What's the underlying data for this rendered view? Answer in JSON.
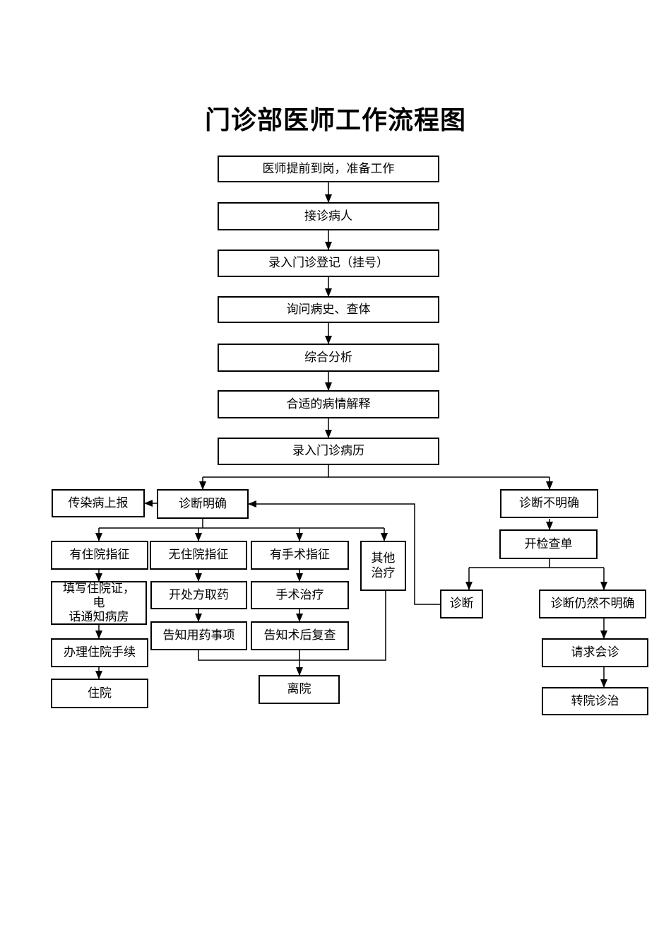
{
  "title": "门诊部医师工作流程图",
  "nodes": {
    "prepare": {
      "label": "医师提前到岗，准备工作"
    },
    "receive": {
      "label": "接诊病人"
    },
    "register": {
      "label": "录入门诊登记（挂号）"
    },
    "inquiry": {
      "label": "询问病史、查体"
    },
    "analysis": {
      "label": "综合分析"
    },
    "explain": {
      "label": "合适的病情解释"
    },
    "record": {
      "label": "录入门诊病历"
    },
    "infectious_report": {
      "label": "传染病上报"
    },
    "diagnosis_clear": {
      "label": "诊断明确"
    },
    "diagnosis_unclear": {
      "label": "诊断不明确"
    },
    "admission_indicated": {
      "label": "有住院指征"
    },
    "no_admission": {
      "label": "无住院指征"
    },
    "surgery_indicated": {
      "label": "有手术指征"
    },
    "other_treatment": {
      "label": "其他\n治疗"
    },
    "order_tests": {
      "label": "开检查单"
    },
    "fill_admission": {
      "label": "填写住院证，\n电\n话通知病房"
    },
    "prescribe": {
      "label": "开处方取药"
    },
    "surgery": {
      "label": "手术治疗"
    },
    "diagnosis": {
      "label": "诊断"
    },
    "still_unclear": {
      "label": "诊断仍然不明确"
    },
    "medication_advice": {
      "label": "告知用药事项"
    },
    "followup_advice": {
      "label": "告知术后复查"
    },
    "admission_procedure": {
      "label": "办理住院手续"
    },
    "request_consult": {
      "label": "请求会诊"
    },
    "hospitalize": {
      "label": "住院"
    },
    "discharge": {
      "label": "离院"
    },
    "transfer": {
      "label": "转院诊治"
    }
  },
  "edges": [
    {
      "from": "prepare",
      "to": "receive"
    },
    {
      "from": "receive",
      "to": "register"
    },
    {
      "from": "register",
      "to": "inquiry"
    },
    {
      "from": "inquiry",
      "to": "analysis"
    },
    {
      "from": "analysis",
      "to": "explain"
    },
    {
      "from": "explain",
      "to": "record"
    },
    {
      "from": "record",
      "to": "diagnosis_clear"
    },
    {
      "from": "record",
      "to": "diagnosis_unclear"
    },
    {
      "from": "diagnosis_clear",
      "to": "infectious_report"
    },
    {
      "from": "diagnosis_clear",
      "to": "admission_indicated"
    },
    {
      "from": "diagnosis_clear",
      "to": "no_admission"
    },
    {
      "from": "diagnosis_clear",
      "to": "surgery_indicated"
    },
    {
      "from": "diagnosis_clear",
      "to": "other_treatment"
    },
    {
      "from": "admission_indicated",
      "to": "fill_admission"
    },
    {
      "from": "fill_admission",
      "to": "admission_procedure"
    },
    {
      "from": "admission_procedure",
      "to": "hospitalize"
    },
    {
      "from": "no_admission",
      "to": "prescribe"
    },
    {
      "from": "prescribe",
      "to": "medication_advice"
    },
    {
      "from": "surgery_indicated",
      "to": "surgery"
    },
    {
      "from": "surgery",
      "to": "followup_advice"
    },
    {
      "from": "medication_advice",
      "to": "discharge"
    },
    {
      "from": "followup_advice",
      "to": "discharge"
    },
    {
      "from": "other_treatment",
      "to": "discharge"
    },
    {
      "from": "diagnosis_unclear",
      "to": "order_tests"
    },
    {
      "from": "order_tests",
      "to": "diagnosis"
    },
    {
      "from": "order_tests",
      "to": "still_unclear"
    },
    {
      "from": "diagnosis",
      "to": "diagnosis_clear"
    },
    {
      "from": "still_unclear",
      "to": "request_consult"
    },
    {
      "from": "request_consult",
      "to": "transfer"
    }
  ],
  "colors": {
    "line": "#000000",
    "box_border": "#000000",
    "background": "#ffffff",
    "text": "#000000"
  }
}
